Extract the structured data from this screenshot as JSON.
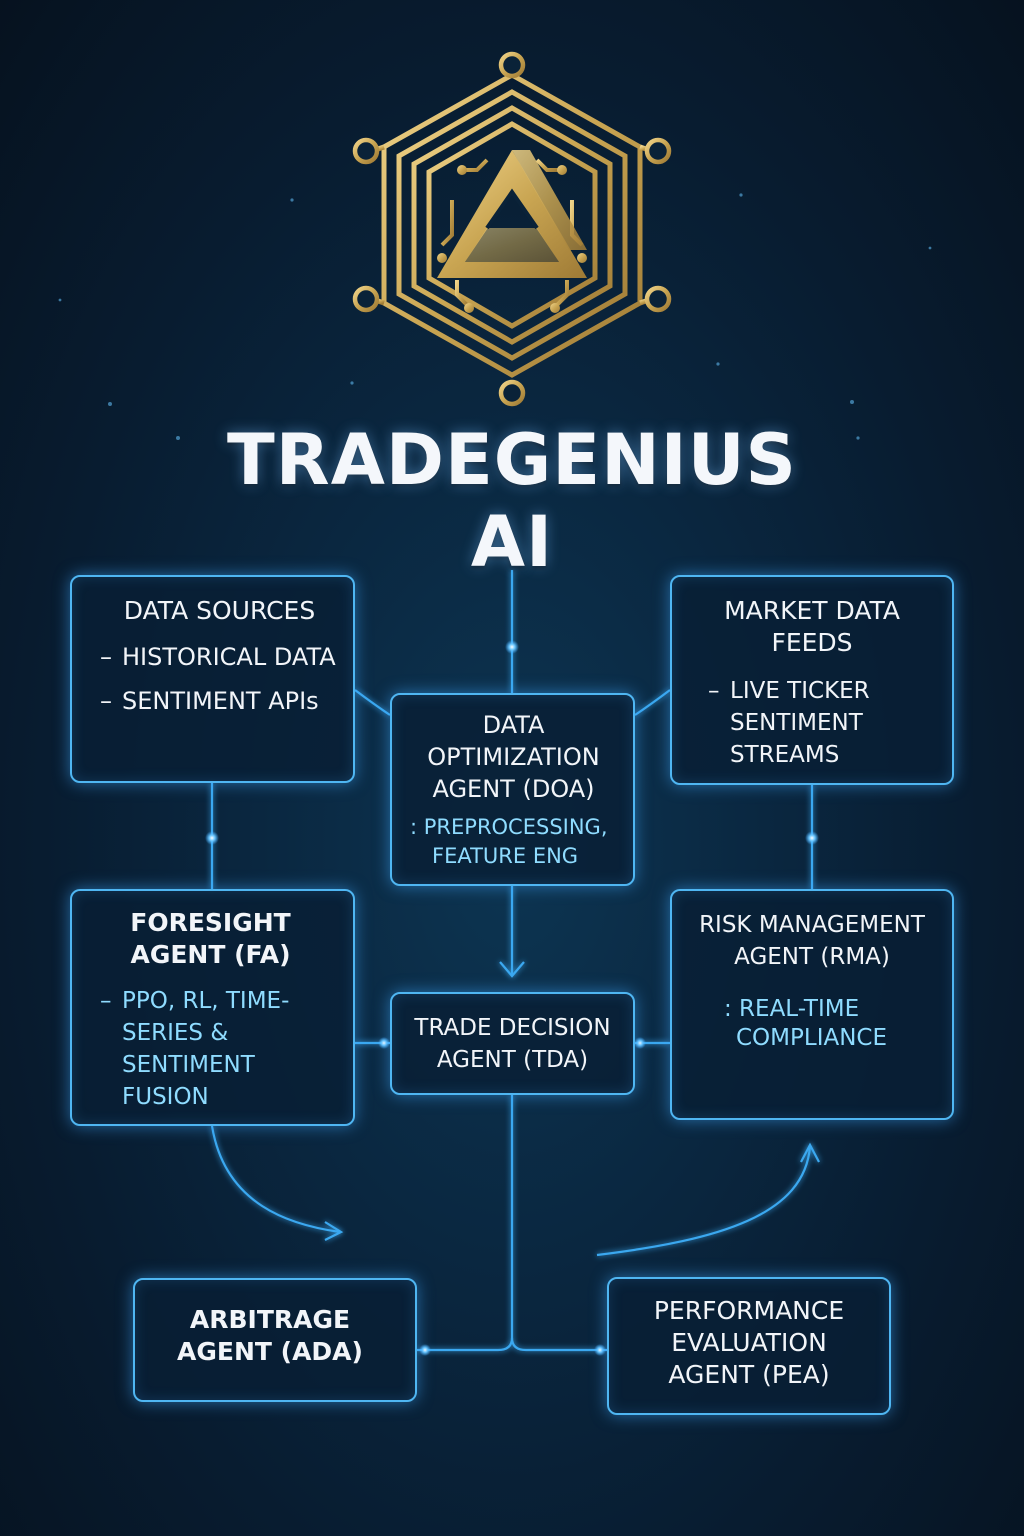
{
  "header": {
    "title_line1": "TRADEGENIUS",
    "title_line2": "AI"
  },
  "logo": {
    "icon": "circuit-hexagon-triangle-logo",
    "color": "#d4b263"
  },
  "colors": {
    "background": "#081c30",
    "box_border": "#4fb6f2",
    "connector": "#3aa8f0",
    "glow": "#40aaff",
    "highlight_text": "#8fdcff",
    "text": "#f2f5f9"
  },
  "nodes": {
    "data_sources": {
      "title": "DATA SOURCES",
      "items": [
        "HISTORICAL DATA",
        "SENTIMENT APIs"
      ]
    },
    "market_data": {
      "title_line1": "MARKET DATA",
      "title_line2": "FEEDS",
      "item": "LIVE TICKER SENTIMENT STREAMS"
    },
    "doa": {
      "title_line1": "DATA",
      "title_line2": "OPTIMIZATION",
      "title_line3": "AGENT (DOA)",
      "subtitle_line1": ": PREPROCESSING,",
      "subtitle_line2": "FEATURE ENG"
    },
    "fa": {
      "title_line1": "FORESIGHT",
      "title_line2": "AGENT (FA)",
      "item": "PPO, RL, TIME-SERIES & SENTIMENT FUSION"
    },
    "tda": {
      "title_line1": "TRADE DECISION",
      "title_line2": "AGENT (TDA)"
    },
    "rma": {
      "title_line1": "RISK MANAGEMENT",
      "title_line2": "AGENT (RMA)",
      "subtitle_line1": ": REAL-TIME",
      "subtitle_line2": "COMPLIANCE"
    },
    "ada": {
      "title_line1": "ARBITRAGE",
      "title_line2": "AGENT (ADA)"
    },
    "pea": {
      "title_line1": "PERFORMANCE",
      "title_line2": "EVALUATION",
      "title_line3": "AGENT (PEA)"
    }
  }
}
